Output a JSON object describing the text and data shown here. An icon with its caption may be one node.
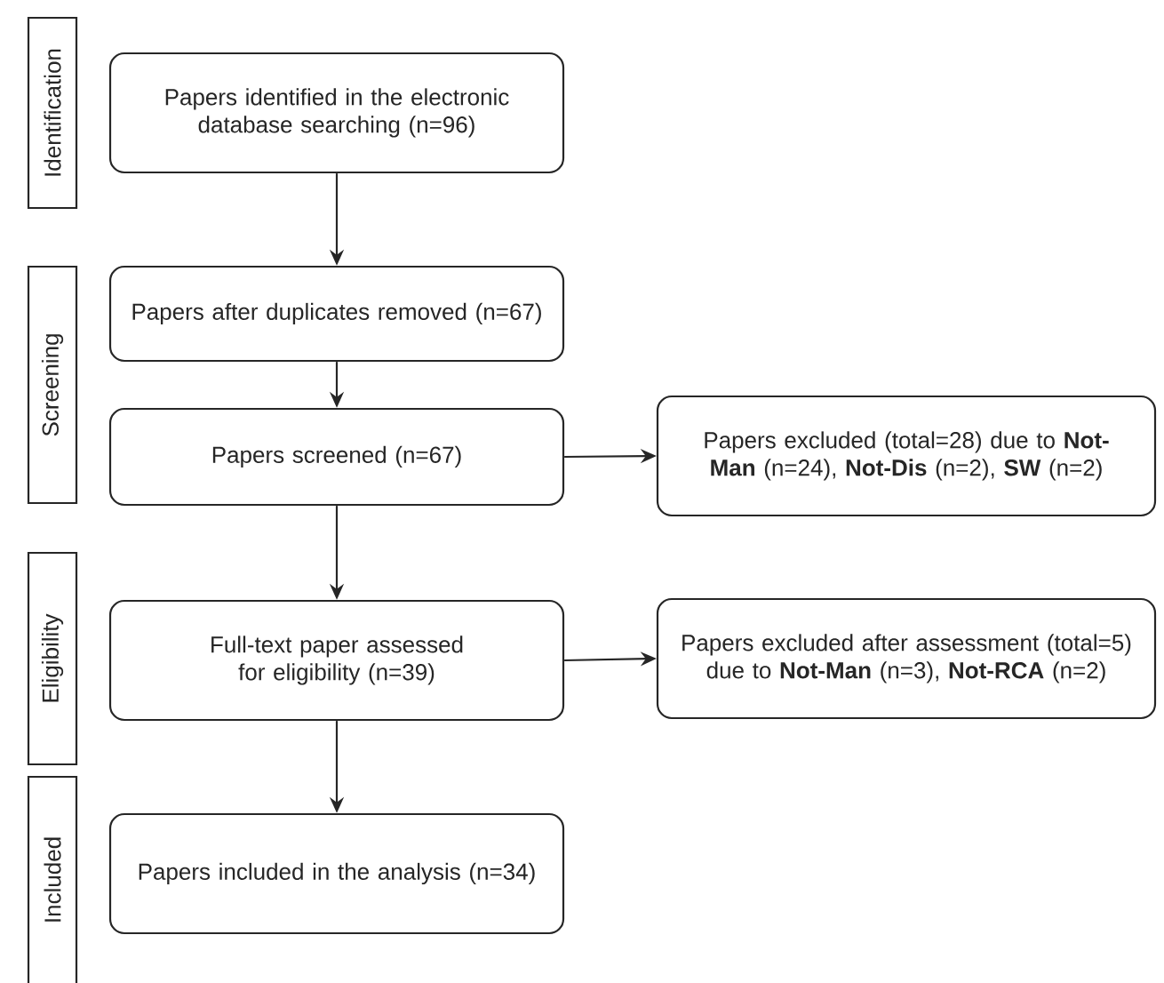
{
  "diagram": {
    "nodes": [
      {
        "text": [
          "Identification"
        ]
      },
      {
        "text": [
          "Papers identified in the electronic database searching (n=96)"
        ]
      },
      {
        "text": [
          "Screening"
        ]
      },
      {
        "text": [
          "Papers after duplicates removed (n=67)"
        ]
      },
      {
        "text": [
          "Papers screened (n=67)"
        ]
      },
      {
        "text": [
          "Papers excluded (total=28) due to **Not-Man** (n=24), **Not-Dis** (n=2), **SW** (n=2)"
        ]
      },
      {
        "text": [
          "Eligibility"
        ]
      },
      {
        "text": [
          "Full-text paper assessed for eligibility (n=39)"
        ]
      },
      {
        "text": [
          "Papers excluded after assessment (total=5) due to **Not-Man** (n=3), **Not-RCA** (n=2)"
        ]
      },
      {
        "text": [
          "Included"
        ]
      },
      {
        "text": [
          "Papers included in the analysis (n=34)"
        ]
      }
    ],
    "edges": [
      {
        "from": 1,
        "to": 3,
        "arrow": "to"
      },
      {
        "from": 3,
        "to": 4,
        "arrow": "to"
      },
      {
        "from": 4,
        "to": 5,
        "arrow": "to"
      },
      {
        "from": 4,
        "to": 7,
        "arrow": "to"
      },
      {
        "from": 7,
        "to": 8,
        "arrow": "to"
      },
      {
        "from": 7,
        "to": 10,
        "arrow": "to"
      }
    ]
  }
}
